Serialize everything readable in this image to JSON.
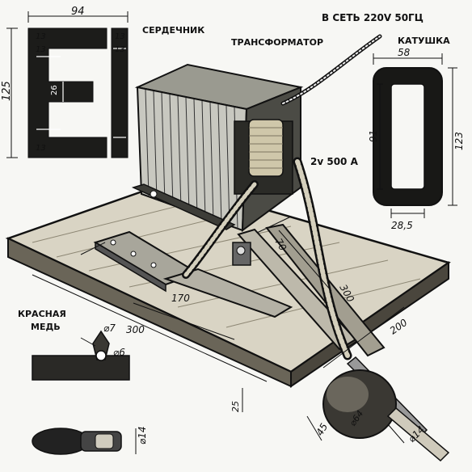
{
  "labels": {
    "core": "СЕРДЕЧНИК",
    "transformer": "ТРАНСФОРМАТОР",
    "mains": "В СЕТЬ 220V 50ГЦ",
    "coil": "КАТУШКА",
    "secondary": "2v 500 A",
    "red_copper_line1": "КРАСНАЯ",
    "red_copper_line2": "МЕДЬ"
  },
  "dimensions": {
    "core_width": "94",
    "core_height": "125",
    "core_tab_1": "13",
    "core_tab_2": "13",
    "core_tab_3": "13",
    "core_tab_4": "13",
    "core_tab_5": "13",
    "core_center": "26",
    "coil_width": "58",
    "coil_inner_height": "91",
    "coil_height": "123",
    "coil_inner_width": "28,5",
    "arm_offset": "70",
    "arm_length": "300",
    "rail_length": "170",
    "base_length": "300",
    "base_width": "200",
    "base_thickness": "25",
    "tip_diameter": "⌀7",
    "rod_diameter": "⌀6",
    "handle_length": "45",
    "handle_diameter": "⌀64",
    "shaft_diameter": "⌀14",
    "plug_diameter": "⌀14"
  }
}
